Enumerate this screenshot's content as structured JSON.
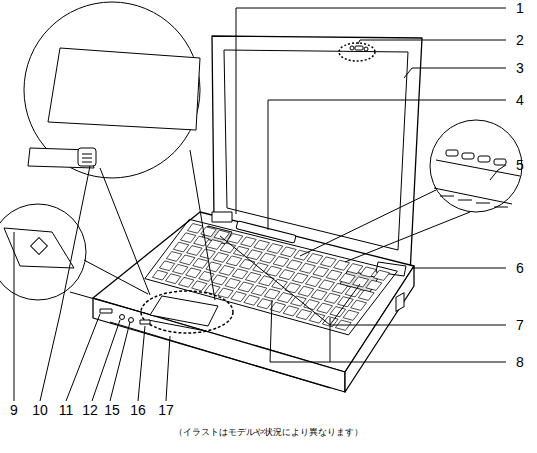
{
  "diagram": {
    "caption": "（イラストはモデルや状況により異なります）",
    "labels": [
      "1",
      "2",
      "3",
      "4",
      "5",
      "6",
      "7",
      "8",
      "9",
      "10",
      "11",
      "12",
      "15",
      "16",
      "17"
    ]
  }
}
